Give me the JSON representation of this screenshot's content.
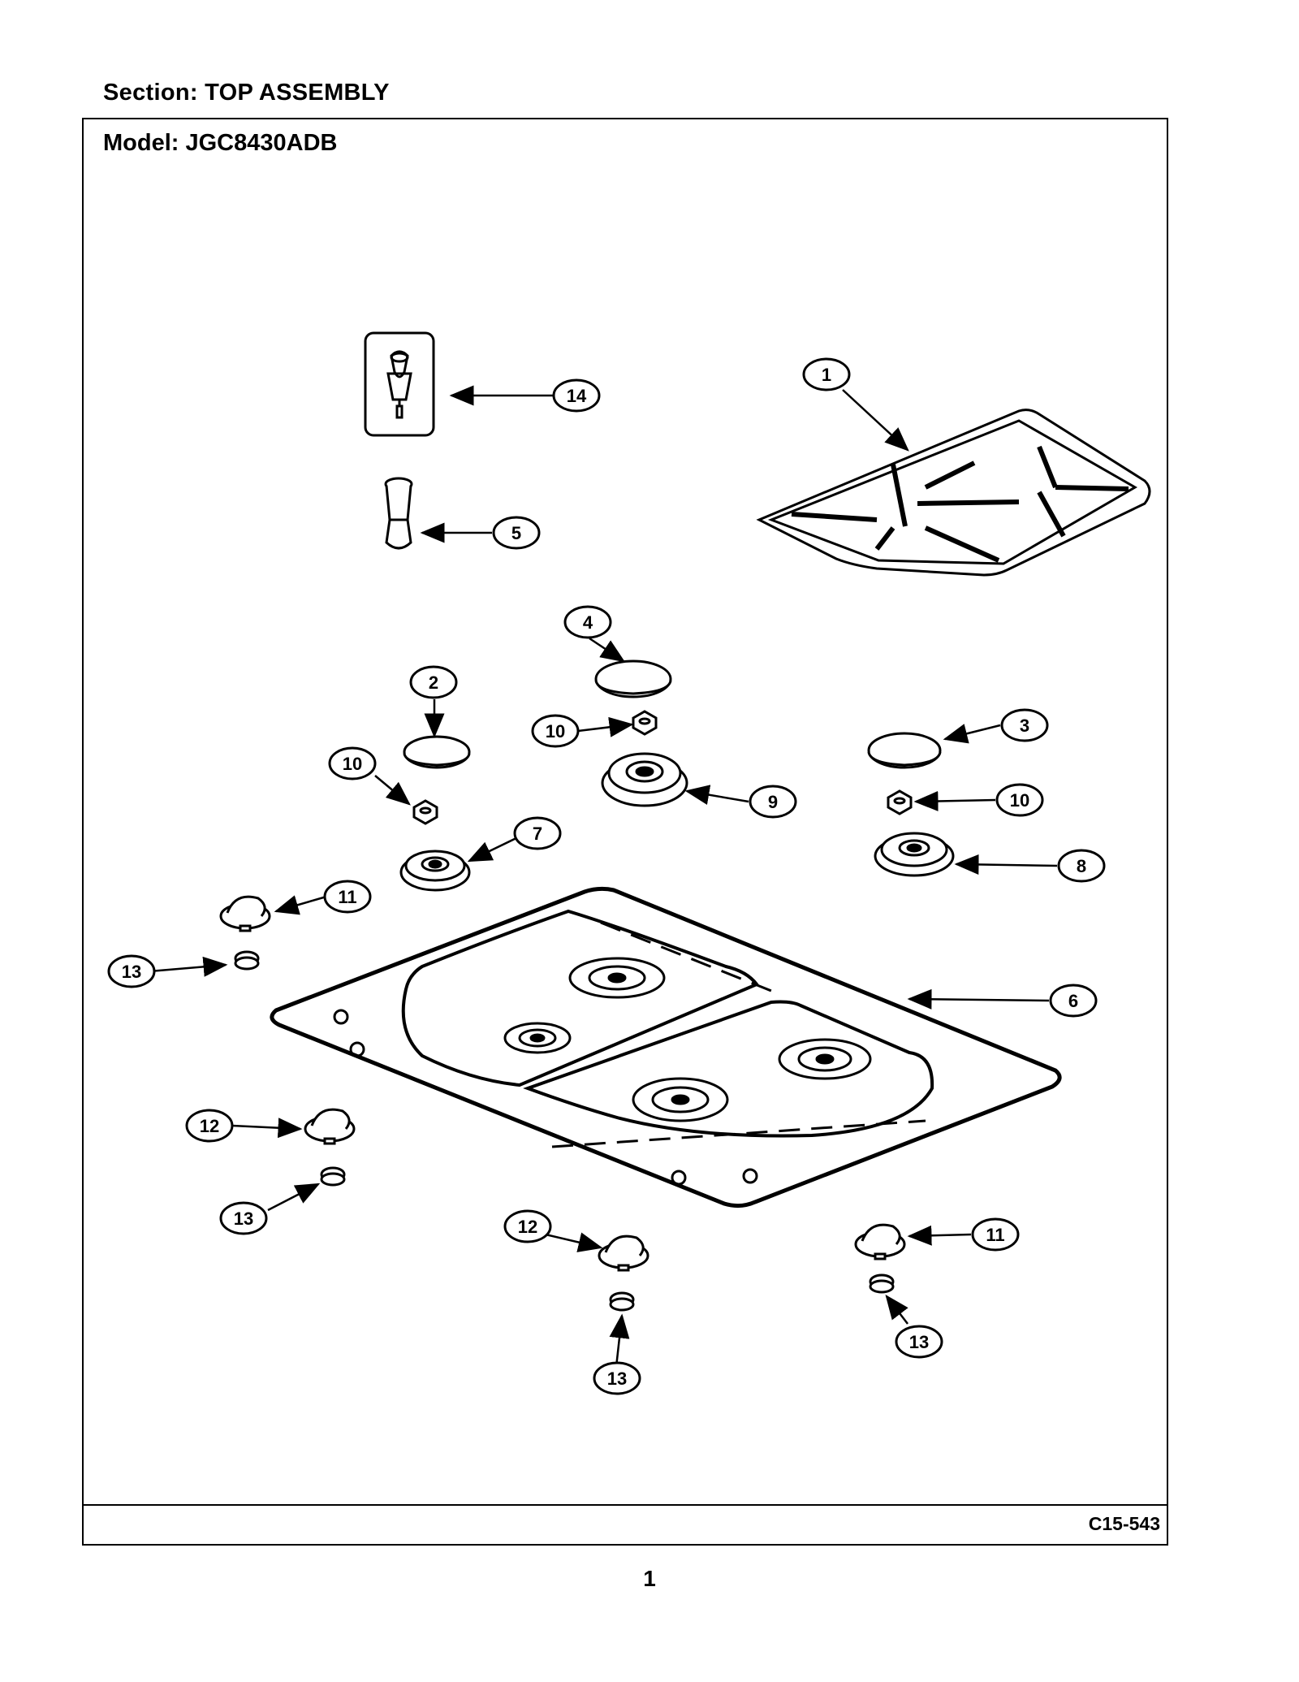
{
  "header": {
    "section": "Section:  TOP ASSEMBLY",
    "model": "Model:  JGC8430ADB"
  },
  "footer": {
    "code": "C15-543",
    "page": "1"
  },
  "callouts": [
    "14",
    "1",
    "5",
    "4",
    "2",
    "10",
    "10",
    "3",
    "9",
    "10",
    "7",
    "8",
    "11",
    "13",
    "6",
    "12",
    "13",
    "12",
    "11",
    "13",
    "13"
  ]
}
